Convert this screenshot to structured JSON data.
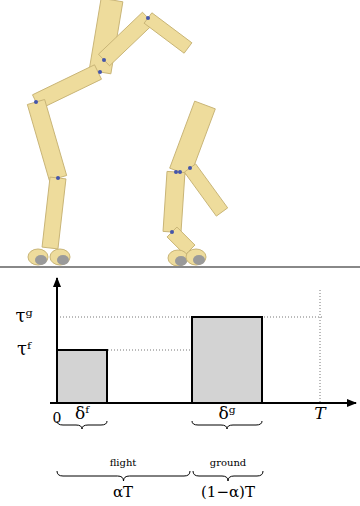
{
  "diagram": {
    "labels": [
      "τᵍ",
      "τᶠ",
      "0",
      "δᶠ",
      "δᵍ",
      "T",
      "flight",
      "αT",
      "ground",
      "(1−α)T"
    ]
  }
}
